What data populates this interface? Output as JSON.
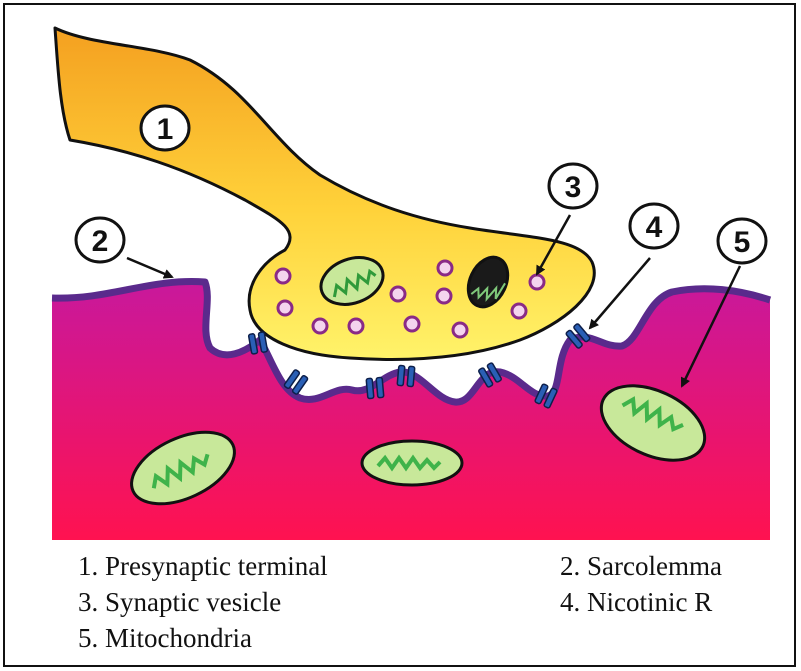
{
  "callouts": [
    "1",
    "2",
    "3",
    "4",
    "5"
  ],
  "legend": {
    "left": [
      "1. Presynaptic terminal",
      "3. Synaptic vesicle",
      "5. Mitochondria"
    ],
    "right": [
      "2. Sarcolemma",
      "4. Nicotinic R"
    ]
  },
  "colors": {
    "muscle_top": "#c8189c",
    "muscle_bottom": "#ff1250",
    "membrane": "#5a2a8c",
    "terminal": "#f7b81c",
    "terminal_light": "#fff06a",
    "vesicle": "#a04a9a",
    "mito_fill": "#c8e89a",
    "mito_crista": "#3fb34a",
    "receptor": "#2a5fb5"
  }
}
